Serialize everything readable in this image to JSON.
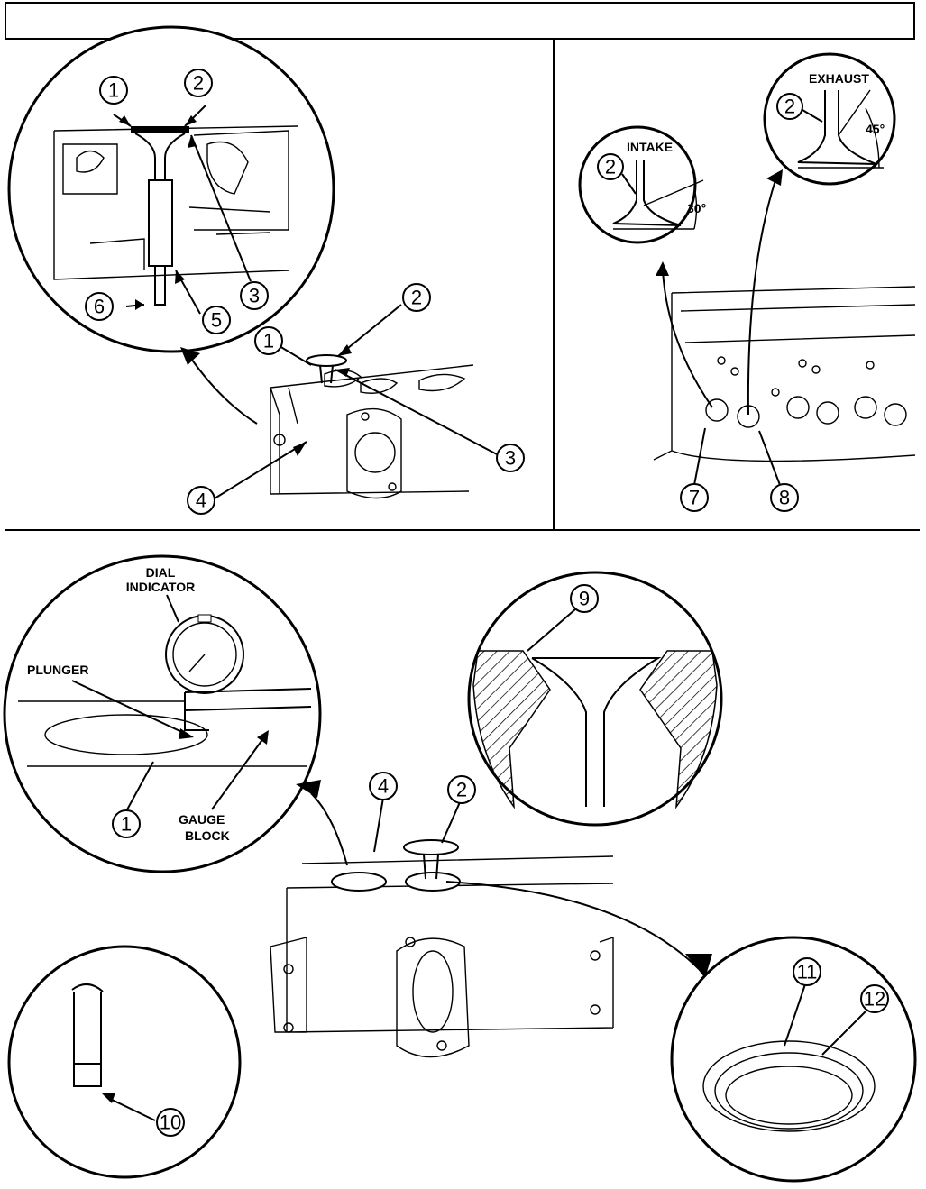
{
  "header": {
    "title": ""
  },
  "labels": {
    "intake": "INTAKE",
    "exhaust": "EXHAUST",
    "angle_intake": "30°",
    "angle_exhaust": "45°",
    "dial_indicator_1": "DIAL",
    "dial_indicator_2": "INDICATOR",
    "plunger": "PLUNGER",
    "gauge_block_1": "GAUGE",
    "gauge_block_2": "BLOCK"
  },
  "callouts": {
    "c1a": "1",
    "c2a": "2",
    "c3a": "3",
    "c5": "5",
    "c6": "6",
    "c1b": "1",
    "c2b": "2",
    "c3b": "3",
    "c4a": "4",
    "c2c": "2",
    "c2d": "2",
    "c7": "7",
    "c8": "8",
    "c9": "9",
    "c1c": "1",
    "c4b": "4",
    "c2e": "2",
    "c10": "10",
    "c11": "11",
    "c12": "12"
  }
}
